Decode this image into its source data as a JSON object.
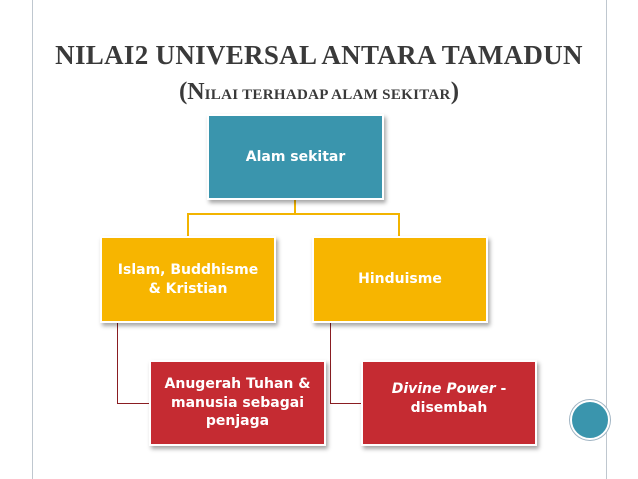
{
  "title": {
    "line1": "NILAI2 UNIVERSAL ANTARA TAMADUN",
    "line2_open": "(",
    "line2_first": "N",
    "line2_rest": "ILAI TERHADAP ALAM SEKITAR",
    "line2_close": ")"
  },
  "diagram": {
    "root": "Alam sekitar",
    "branches": [
      {
        "label": "Islam, Buddhisme & Kristian",
        "child": "Anugerah Tuhan & manusia sebagai penjaga"
      },
      {
        "label": "Hinduisme",
        "child_italic": "Divine Power",
        "child_rest": " - disembah"
      }
    ]
  },
  "colors": {
    "root": "#3a95ad",
    "level1": "#f7b500",
    "level2": "#c52b32"
  }
}
